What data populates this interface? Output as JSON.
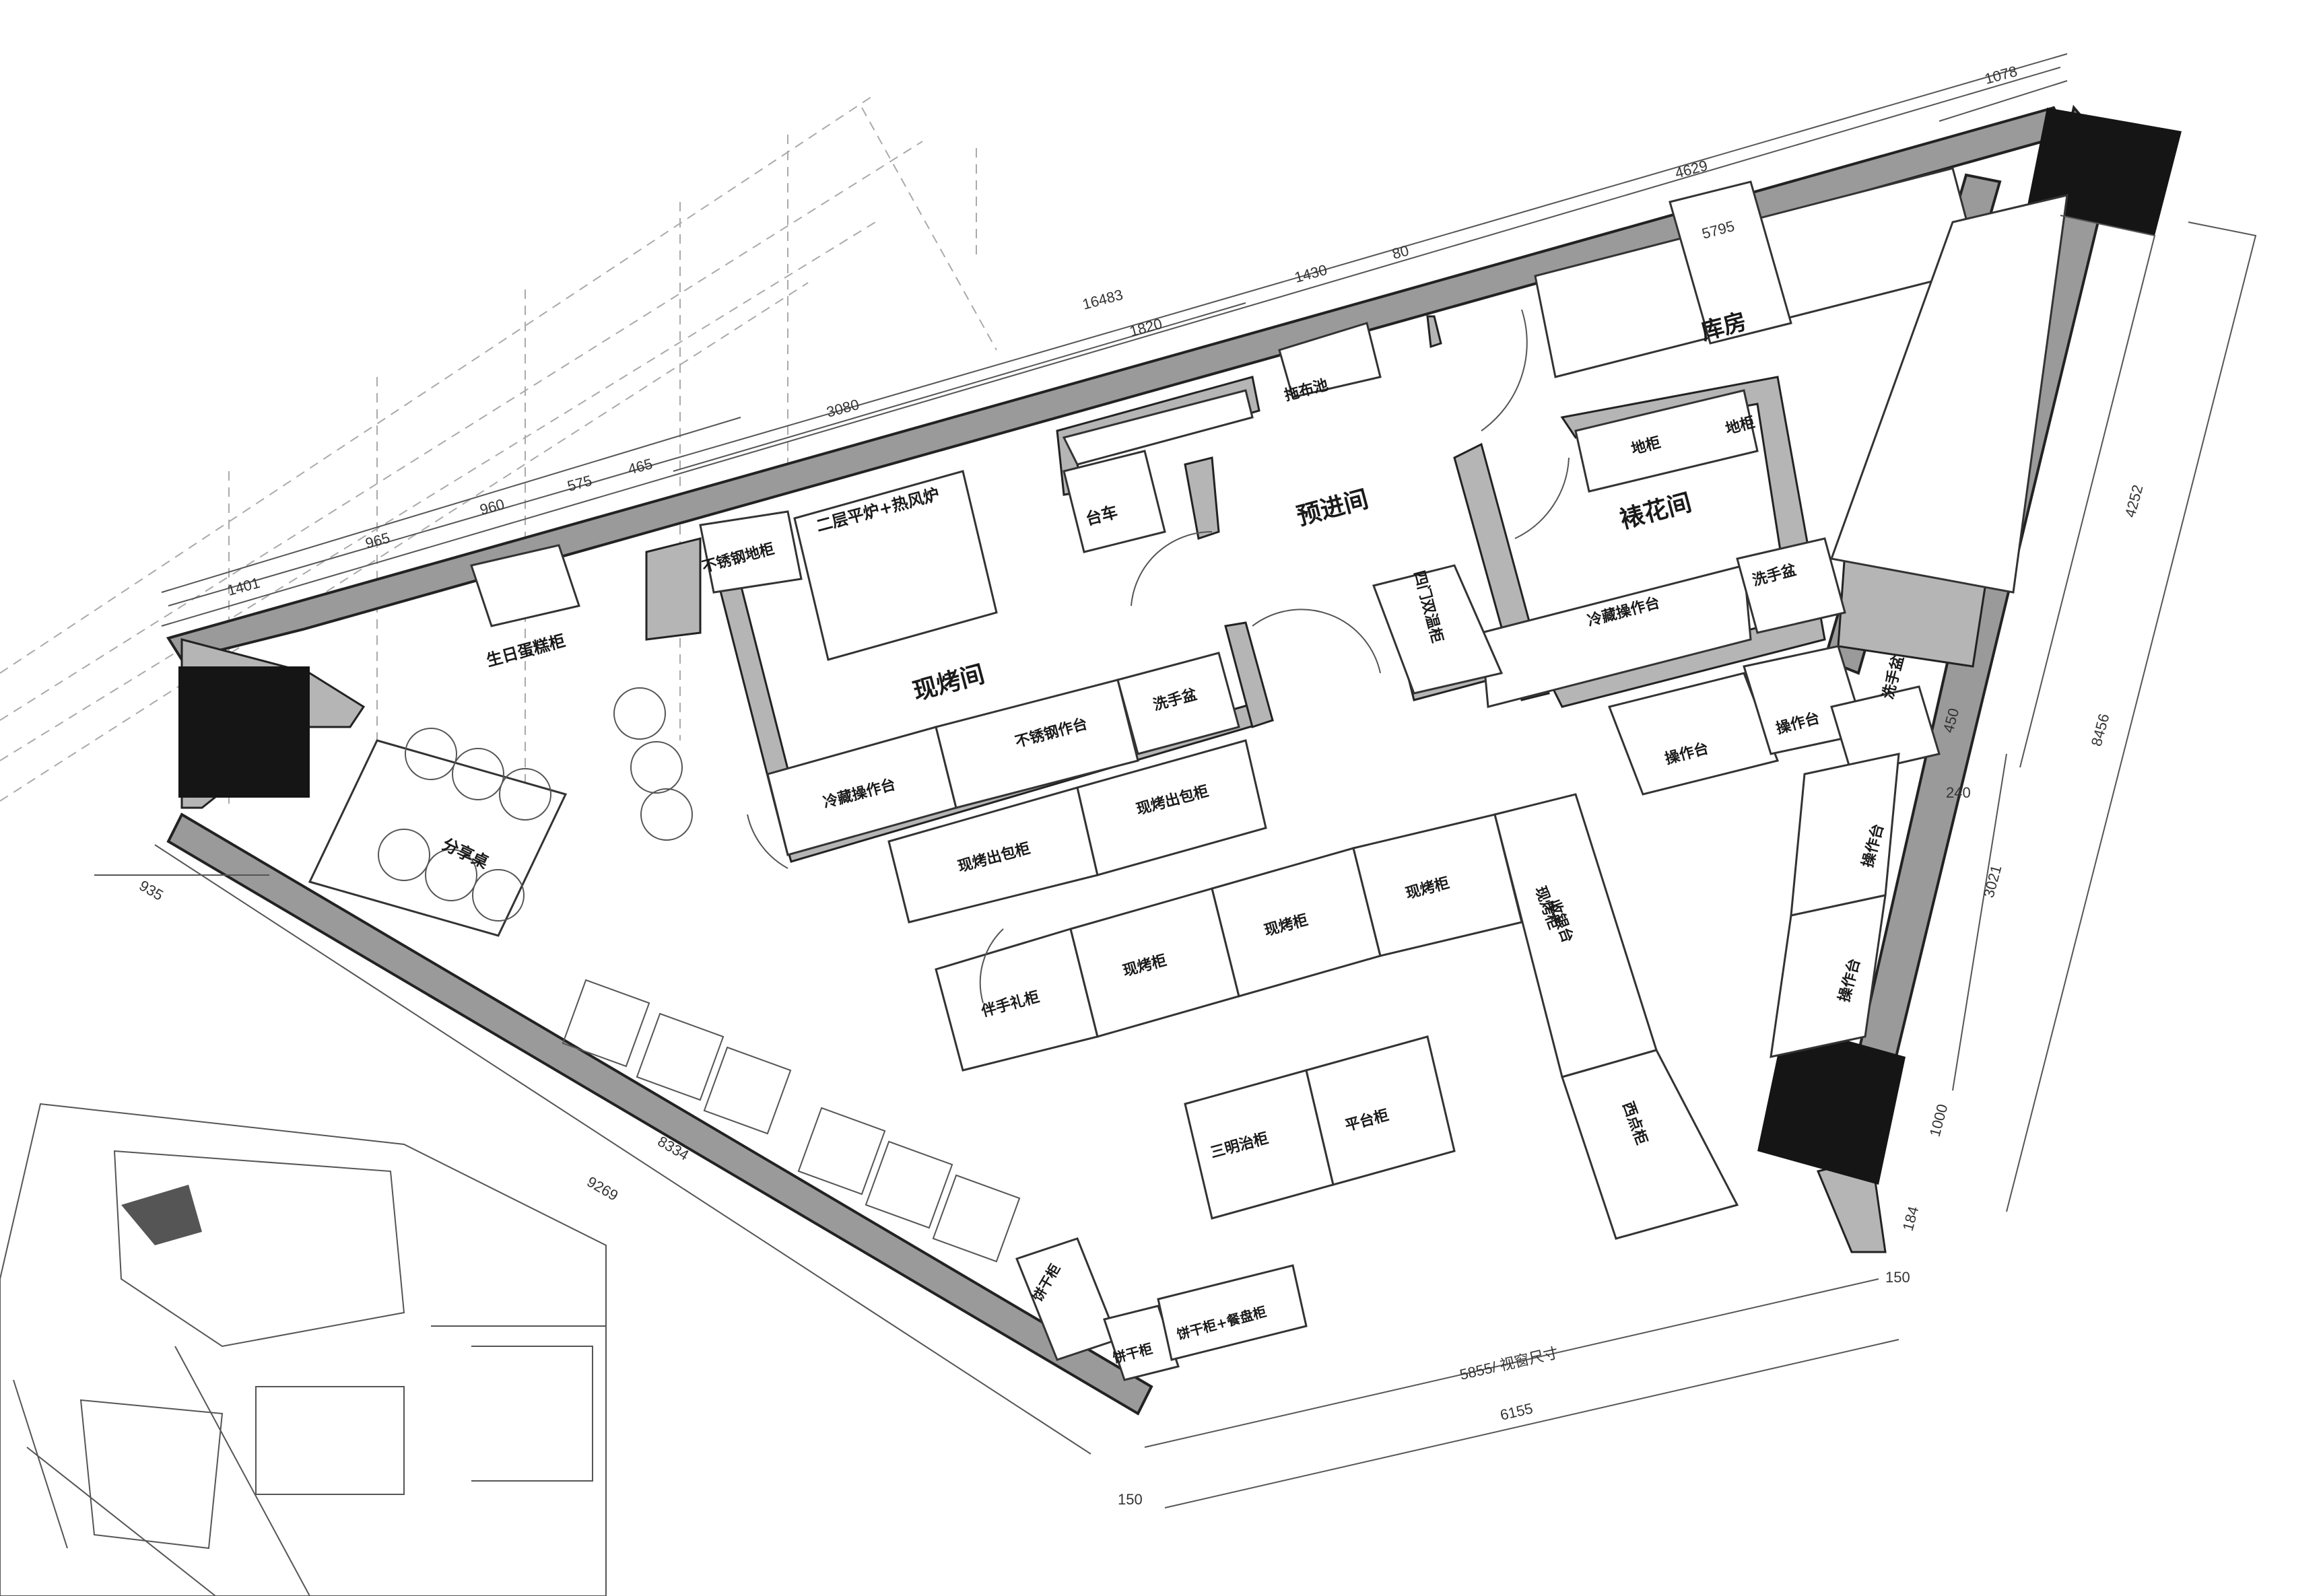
{
  "rooms": {
    "storage": "库房",
    "pre_entry": "预进间",
    "decorating_room": "裱花间",
    "baking_room": "现烤间",
    "share_table": "分享桌"
  },
  "fixtures": {
    "cloth_sink": "拖布池",
    "cart": "台车",
    "floor_cabinet_top": "地柜",
    "floor_cabinet_top2": "地柜",
    "sink_decor": "洗手盆",
    "cold_work_decor": "冷藏操作台",
    "double_fridge": "四门双温柜",
    "work_table_1": "操作台",
    "work_table_2": "操作台",
    "sink_right": "洗手盆",
    "work_table_3": "操作台",
    "work_table_4": "操作台",
    "ss_floor_cabinet": "不锈钢地柜",
    "oven": "二层平炉+热风炉",
    "birthday_cake_cabinet": "生日蛋糕柜",
    "ss_work_table": "不锈钢作台",
    "cold_work_baking": "冷藏操作台",
    "sink_baking": "洗手盆",
    "bake_out_1": "现烤出包柜",
    "bake_out_2": "现烤出包柜",
    "bake_cab_1": "现烤柜",
    "bake_cab_2": "现烤柜",
    "bake_cab_3": "现烤柜",
    "bake_cab_4": "现烤柜",
    "souvenir_cabinet": "伴手礼柜",
    "checkout": "收银台",
    "dessert_cabinet": "西点柜",
    "sandwich_cabinet": "三明治柜",
    "flat_cabinet": "平台柜",
    "cookie_cabinet_1": "饼干柜",
    "cookie_cabinet_2": "饼干柜",
    "cookie_tableware": "饼干柜+餐盘柜"
  },
  "dimensions": {
    "d1078": "1078",
    "d4629": "4629",
    "d16483": "16483",
    "d1820": "1820",
    "d1430": "1430",
    "d80": "80",
    "d5795": "5795",
    "d3080": "3080",
    "d1401": "1401",
    "d965": "965",
    "d960": "960",
    "d575": "575",
    "d465": "465",
    "d4252": "4252",
    "d8456": "8456",
    "d450": "450",
    "d240": "240",
    "d3021": "3021",
    "d1000": "1000",
    "d184": "184",
    "d150a": "150",
    "d935": "935",
    "d9269": "9269",
    "d8334": "8334",
    "d5855": "5855/ 视窗尺寸",
    "d6155": "6155",
    "d150b": "150"
  },
  "colors": {
    "wall": "#9a9a9a",
    "column": "#151515",
    "line": "#333333"
  }
}
